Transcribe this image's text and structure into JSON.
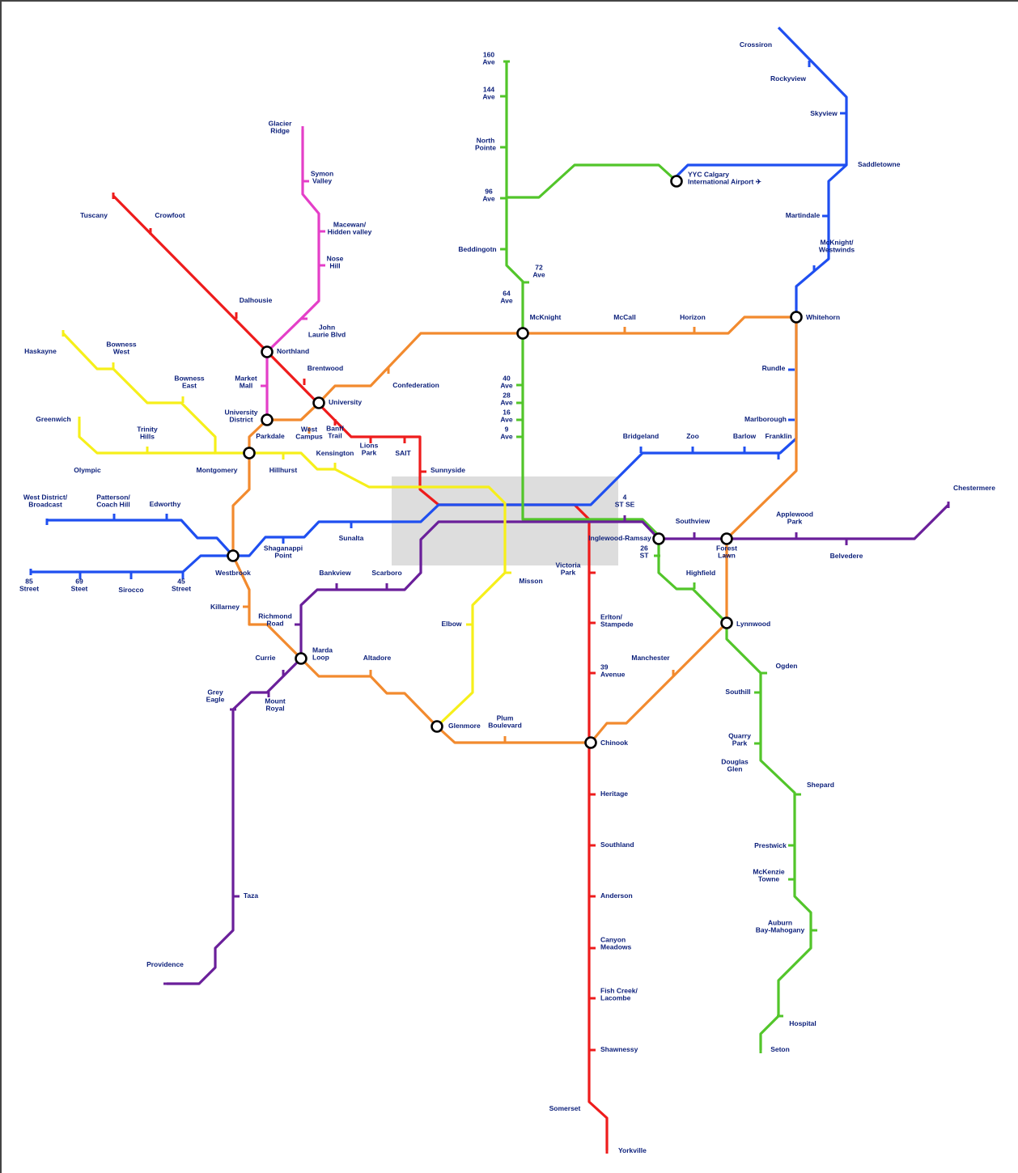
{
  "map": {
    "colors": {
      "red": "#ee1c1c",
      "blue": "#1f4ff0",
      "green": "#52c52a",
      "orange": "#f28a2e",
      "purple": "#6a1f9a",
      "yellow": "#f6ef1a",
      "pink": "#e43fc8",
      "label": "#0b1f7a",
      "downtown_zone": "#dddddd"
    },
    "lines": [
      {
        "id": "red-line",
        "color": "red"
      },
      {
        "id": "blue-line",
        "color": "blue"
      },
      {
        "id": "green-line",
        "color": "green"
      },
      {
        "id": "orange-line",
        "color": "orange"
      },
      {
        "id": "purple-line",
        "color": "purple"
      },
      {
        "id": "yellow-line",
        "color": "yellow"
      },
      {
        "id": "pink-line",
        "color": "pink"
      }
    ],
    "stations": [
      {
        "id": "crossiron",
        "label": "Crossiron"
      },
      {
        "id": "rockyview",
        "label": "Rockyview"
      },
      {
        "id": "skyview",
        "label": "Skyview"
      },
      {
        "id": "saddletowne",
        "label": "Saddletowne"
      },
      {
        "id": "yyc",
        "label": "YYC Calgary\nInternational Airport ✈"
      },
      {
        "id": "martindale",
        "label": "Martindale"
      },
      {
        "id": "mcknight-westwinds",
        "label": "McKnight/\nWestwinds"
      },
      {
        "id": "whitehorn",
        "label": "Whitehorn"
      },
      {
        "id": "rundle",
        "label": "Rundle"
      },
      {
        "id": "marlborough",
        "label": "Marlborough"
      },
      {
        "id": "franklin",
        "label": "Franklin"
      },
      {
        "id": "barlow",
        "label": "Barlow"
      },
      {
        "id": "zoo",
        "label": "Zoo"
      },
      {
        "id": "bridgeland",
        "label": "Bridgeland"
      },
      {
        "id": "160-ave",
        "label": "160\nAve"
      },
      {
        "id": "144-ave",
        "label": "144\nAve"
      },
      {
        "id": "north-pointe",
        "label": "North\nPointe"
      },
      {
        "id": "96-ave",
        "label": "96\nAve"
      },
      {
        "id": "beddingotn",
        "label": "Beddingotn"
      },
      {
        "id": "72-ave",
        "label": "72\nAve"
      },
      {
        "id": "64-ave",
        "label": "64\nAve"
      },
      {
        "id": "mcknight",
        "label": "McKnight"
      },
      {
        "id": "mccall",
        "label": "McCall"
      },
      {
        "id": "horizon",
        "label": "Horizon"
      },
      {
        "id": "40-ave",
        "label": "40\nAve"
      },
      {
        "id": "28-ave",
        "label": "28\nAve"
      },
      {
        "id": "16-ave",
        "label": "16\nAve"
      },
      {
        "id": "9-ave",
        "label": "9\nAve"
      },
      {
        "id": "4-st-se",
        "label": "4\nST SE"
      },
      {
        "id": "inglewood-ramsay",
        "label": "Inglewood-Ramsay"
      },
      {
        "id": "26-st",
        "label": "26\nST"
      },
      {
        "id": "southview",
        "label": "Southview"
      },
      {
        "id": "forest-lawn",
        "label": "Forest\nLawn"
      },
      {
        "id": "applewood-park",
        "label": "Applewood\nPark"
      },
      {
        "id": "belvedere",
        "label": "Belvedere"
      },
      {
        "id": "chestermere",
        "label": "Chestermere"
      },
      {
        "id": "highfield",
        "label": "Highfield"
      },
      {
        "id": "lynnwood",
        "label": "Lynnwood"
      },
      {
        "id": "ogden",
        "label": "Ogden"
      },
      {
        "id": "southhill",
        "label": "Southill"
      },
      {
        "id": "quarry-park",
        "label": "Quarry\nPark"
      },
      {
        "id": "douglas-glen",
        "label": "Douglas\nGlen"
      },
      {
        "id": "shepard",
        "label": "Shepard"
      },
      {
        "id": "prestwick",
        "label": "Prestwick"
      },
      {
        "id": "mckenzie-towne",
        "label": "McKenzie\nTowne"
      },
      {
        "id": "auburn-bay",
        "label": "Auburn\nBay-Mahogany"
      },
      {
        "id": "hospital",
        "label": "Hospital"
      },
      {
        "id": "seton",
        "label": "Seton"
      },
      {
        "id": "manchester",
        "label": "Manchester"
      },
      {
        "id": "chinook",
        "label": "Chinook"
      },
      {
        "id": "victoria-park",
        "label": "Victoria\nPark"
      },
      {
        "id": "erlton",
        "label": "Erlton/\nStampede"
      },
      {
        "id": "39-avenue",
        "label": "39\nAvenue"
      },
      {
        "id": "heritage",
        "label": "Heritage"
      },
      {
        "id": "southland",
        "label": "Southland"
      },
      {
        "id": "anderson",
        "label": "Anderson"
      },
      {
        "id": "canyon-meadows",
        "label": "Canyon\nMeadows"
      },
      {
        "id": "fish-creek",
        "label": "Fish Creek/\nLacombe"
      },
      {
        "id": "shawnessy",
        "label": "Shawnessy"
      },
      {
        "id": "somerset",
        "label": "Somerset"
      },
      {
        "id": "yorkville",
        "label": "Yorkville"
      },
      {
        "id": "tuscany",
        "label": "Tuscany"
      },
      {
        "id": "crowfoot",
        "label": "Crowfoot"
      },
      {
        "id": "dalhousie",
        "label": "Dalhousie"
      },
      {
        "id": "northland",
        "label": "Northland"
      },
      {
        "id": "brentwood",
        "label": "Brentwood"
      },
      {
        "id": "university",
        "label": "University"
      },
      {
        "id": "banff-trail",
        "label": "Banff\nTrail"
      },
      {
        "id": "lions-park",
        "label": "Lions\nPark"
      },
      {
        "id": "sait",
        "label": "SAIT"
      },
      {
        "id": "sunnyside",
        "label": "Sunnyside"
      },
      {
        "id": "glacier-ridge",
        "label": "Glacier\nRidge"
      },
      {
        "id": "symon-valley",
        "label": "Symon\nValley"
      },
      {
        "id": "macewan",
        "label": "Macewan/\nHidden valley"
      },
      {
        "id": "nose-hill",
        "label": "Nose\nHill"
      },
      {
        "id": "john-laurie",
        "label": "John\nLaurie Blvd"
      },
      {
        "id": "market-mall",
        "label": "Market\nMall"
      },
      {
        "id": "university-district",
        "label": "University\nDistrict"
      },
      {
        "id": "parkdale",
        "label": "Parkdale"
      },
      {
        "id": "west-campus",
        "label": "West\nCampus"
      },
      {
        "id": "confederation",
        "label": "Confederation"
      },
      {
        "id": "haskayne",
        "label": "Haskayne"
      },
      {
        "id": "bowness-west",
        "label": "Bowness\nWest"
      },
      {
        "id": "bowness-east",
        "label": "Bowness\nEast"
      },
      {
        "id": "greenwich",
        "label": "Greenwich"
      },
      {
        "id": "trinity-hills",
        "label": "Trinity\nHills"
      },
      {
        "id": "olympic",
        "label": "Olympic"
      },
      {
        "id": "montgomery",
        "label": "Montgomery"
      },
      {
        "id": "hillhurst",
        "label": "Hillhurst"
      },
      {
        "id": "kensington",
        "label": "Kensington"
      },
      {
        "id": "west-district",
        "label": "West District/\nBroadcast"
      },
      {
        "id": "patterson",
        "label": "Patterson/\nCoach Hill"
      },
      {
        "id": "edworthy",
        "label": "Edworthy"
      },
      {
        "id": "sunalta",
        "label": "Sunalta"
      },
      {
        "id": "shaganappi",
        "label": "Shaganappi\nPoint"
      },
      {
        "id": "westbrook",
        "label": "Westbrook"
      },
      {
        "id": "85-street",
        "label": "85\nStreet"
      },
      {
        "id": "69-steet",
        "label": "69\nSteet"
      },
      {
        "id": "sirocco",
        "label": "Sirocco"
      },
      {
        "id": "45-street",
        "label": "45\nStreet"
      },
      {
        "id": "killarney",
        "label": "Killarney"
      },
      {
        "id": "richmond-road",
        "label": "Richmond\nRoad"
      },
      {
        "id": "currie",
        "label": "Currie"
      },
      {
        "id": "marda-loop",
        "label": "Marda\nLoop"
      },
      {
        "id": "altadore",
        "label": "Altadore"
      },
      {
        "id": "bankview",
        "label": "Bankview"
      },
      {
        "id": "scarboro",
        "label": "Scarboro"
      },
      {
        "id": "misson",
        "label": "Misson"
      },
      {
        "id": "elbow",
        "label": "Elbow"
      },
      {
        "id": "glenmore",
        "label": "Glenmore"
      },
      {
        "id": "plum-boulevard",
        "label": "Plum\nBoulevard"
      },
      {
        "id": "grey-eagle",
        "label": "Grey\nEagle"
      },
      {
        "id": "mount-royal",
        "label": "Mount\nRoyal"
      },
      {
        "id": "taza",
        "label": "Taza"
      },
      {
        "id": "providence",
        "label": "Providence"
      }
    ]
  }
}
